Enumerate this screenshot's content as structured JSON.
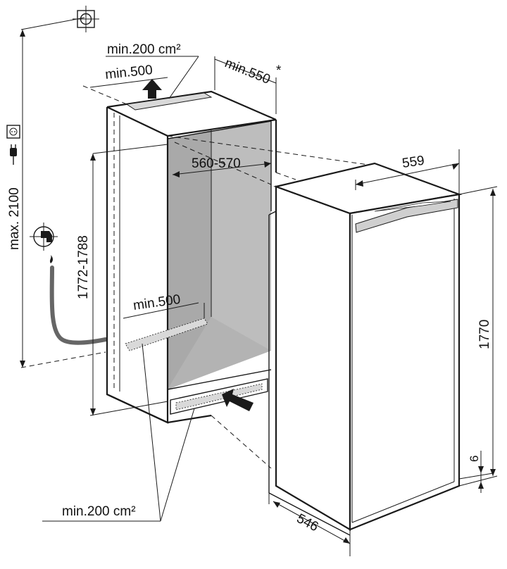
{
  "colors": {
    "line": "#1a1a1a",
    "niche_interior": "#bdbdbd",
    "niche_shadow": "#a9a9a9",
    "vent_fill": "#d9d9d9",
    "hose": "#666666",
    "appliance_face": "#ffffff",
    "handle": "#cfcfcf"
  },
  "icons": {
    "installation_symbol": "crosshair-mount-icon",
    "power_socket": "power-socket-icon",
    "power_plug": "power-plug-icon",
    "water_tap": "water-tap-icon",
    "airflow_arrow": "airflow-arrow-icon"
  },
  "labels": {
    "top_vent_area": "min.200 cm²",
    "top_vent_width": "min.500",
    "niche_depth": "min.550",
    "niche_depth_note": "*",
    "niche_inner_width": "560-570",
    "niche_height": "1772-1788",
    "bottom_vent_width": "min.500",
    "bottom_vent_area": "min.200 cm²",
    "max_socket_height": "max. 2100",
    "appliance_width": "559",
    "appliance_height": "1770",
    "appliance_depth": "546",
    "bottom_gap": "6"
  }
}
